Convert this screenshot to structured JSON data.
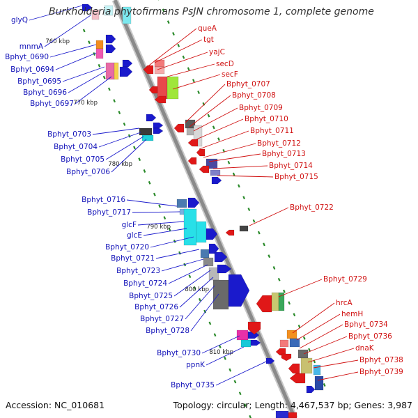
{
  "title": "Burkholderia phytofirmans PsJN chromosome 1, complete genome",
  "footer": {
    "accession": "Accession: NC_010681",
    "summary": "Topology: circular; Length: 4,467,537 bp; Genes: 3,987"
  },
  "ticks": [
    "760 kbp",
    "770 kbp",
    "780 kbp",
    "790 kbp",
    "800 kbp",
    "810 kbp"
  ],
  "left_labels": [
    "glyQ",
    "mnmA",
    "Bphyt_0690",
    "Bphyt_0694",
    "Bphyt_0695",
    "Bphyt_0696",
    "Bphyt_0697",
    "Bphyt_0703",
    "Bphyt_0704",
    "Bphyt_0705",
    "Bphyt_0706",
    "Bphyt_0716",
    "Bphyt_0717",
    "glcF",
    "glcE",
    "Bphyt_0720",
    "Bphyt_0721",
    "Bphyt_0723",
    "Bphyt_0724",
    "Bphyt_0725",
    "Bphyt_0726",
    "Bphyt_0727",
    "Bphyt_0728",
    "Bphyt_0730",
    "ppnK",
    "Bphyt_0735"
  ],
  "right_labels": [
    "queA",
    "tgt",
    "yajC",
    "secD",
    "secF",
    "Bphyt_0707",
    "Bphyt_0708",
    "Bphyt_0709",
    "Bphyt_0710",
    "Bphyt_0711",
    "Bphyt_0712",
    "Bphyt_0713",
    "Bphyt_0714",
    "Bphyt_0715",
    "Bphyt_0722",
    "Bphyt_0729",
    "hrcA",
    "hemH",
    "Bphyt_0734",
    "Bphyt_0736",
    "dnaK",
    "Bphyt_0738",
    "Bphyt_0739"
  ],
  "colors": {
    "backbone": "#8a8a8a",
    "forward_strand": "#1a1acc",
    "reverse_strand": "#e01818",
    "tick_marks": "#2a8a2a",
    "left_label": "#1010b8",
    "right_label": "#d01010"
  }
}
